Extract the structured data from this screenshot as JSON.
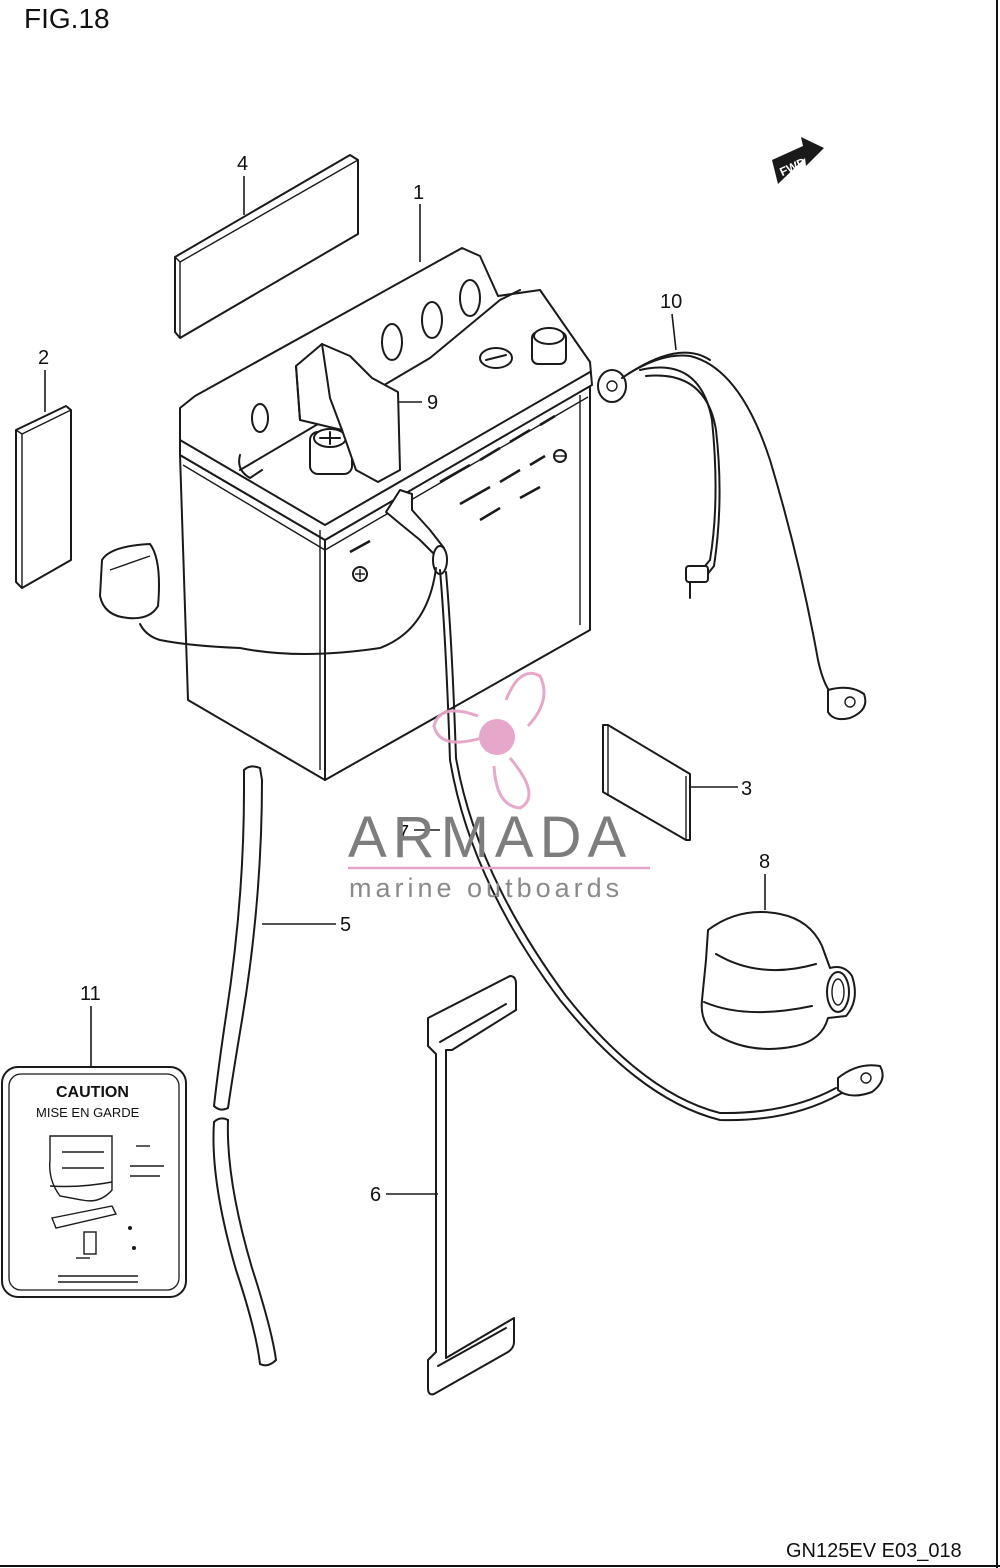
{
  "figure": {
    "title": "FIG.18",
    "code": "GN125EV E03_018"
  },
  "fwd_arrow": {
    "label": "FWD",
    "icon": "forward-arrow-icon"
  },
  "callouts": {
    "c1": "1",
    "c2": "2",
    "c3": "3",
    "c4": "4",
    "c5": "5",
    "c6": "6",
    "c7": "7",
    "c8": "8",
    "c9": "9",
    "c10": "10",
    "c11": "11"
  },
  "caution_label": {
    "heading": "CAUTION",
    "subheading": "MISE EN GARDE"
  },
  "watermark": {
    "brand": "ARMADA",
    "tagline": "marine outboards",
    "logo_color": "#e6a3c8",
    "logo_icon": "propeller-logo-icon"
  }
}
